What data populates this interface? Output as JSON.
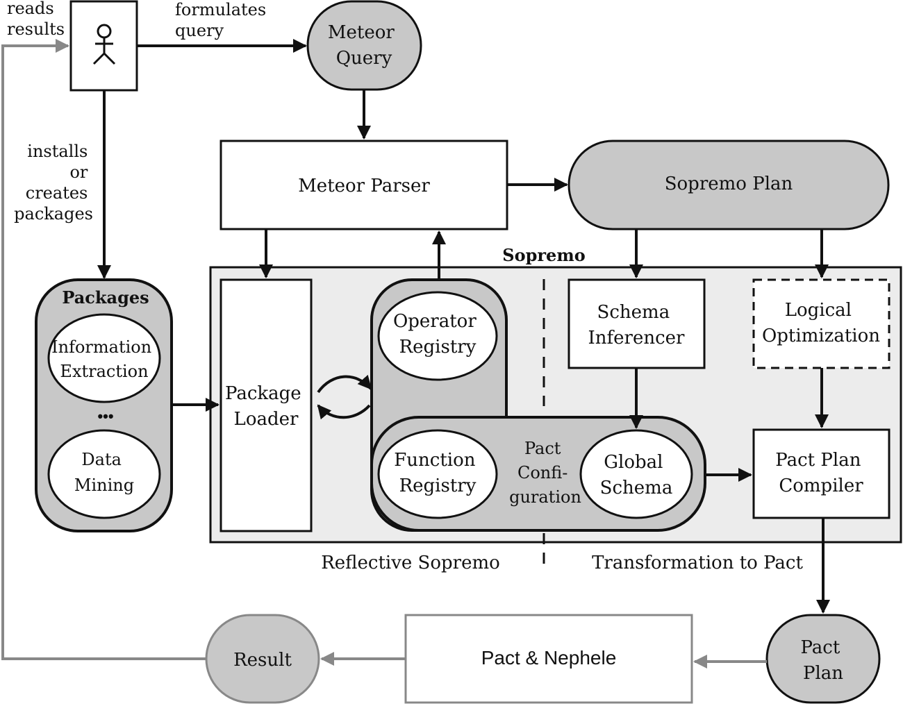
{
  "actor": {
    "reads_results": [
      "reads",
      "results"
    ],
    "formulates_query": [
      "formulates",
      "query"
    ],
    "installs_packages": [
      "installs",
      "or",
      "creates",
      "packages"
    ]
  },
  "meteor_query": [
    "Meteor",
    "Query"
  ],
  "meteor_parser": "Meteor Parser",
  "sopremo_plan": "Sopremo Plan",
  "sopremo_label": "Sopremo",
  "packages": {
    "title": "Packages",
    "information_extraction": [
      "Information",
      "Extraction"
    ],
    "ellipsis": "•••",
    "data_mining": [
      "Data",
      "Mining"
    ]
  },
  "package_loader": [
    "Package",
    "Loader"
  ],
  "operator_registry": [
    "Operator",
    "Registry"
  ],
  "function_registry": [
    "Function",
    "Registry"
  ],
  "pact_configuration": [
    "Pact",
    "Confi-",
    "guration"
  ],
  "global_schema": [
    "Global",
    "Schema"
  ],
  "schema_inferencer": [
    "Schema",
    "Inferencer"
  ],
  "logical_optimization": [
    "Logical",
    "Optimization"
  ],
  "pact_plan_compiler": [
    "Pact Plan",
    "Compiler"
  ],
  "reflective_sopremo": "Reflective Sopremo",
  "transformation_to_pact": "Transformation to Pact",
  "pact_plan": [
    "Pact",
    "Plan"
  ],
  "pact_nephele": "Pact & Nephele",
  "result": "Result",
  "colors": {
    "node_gray": "#c8c8c8",
    "sopremo_area": "#ececec",
    "stroke": "#111111",
    "return_arrow": "#888888"
  }
}
